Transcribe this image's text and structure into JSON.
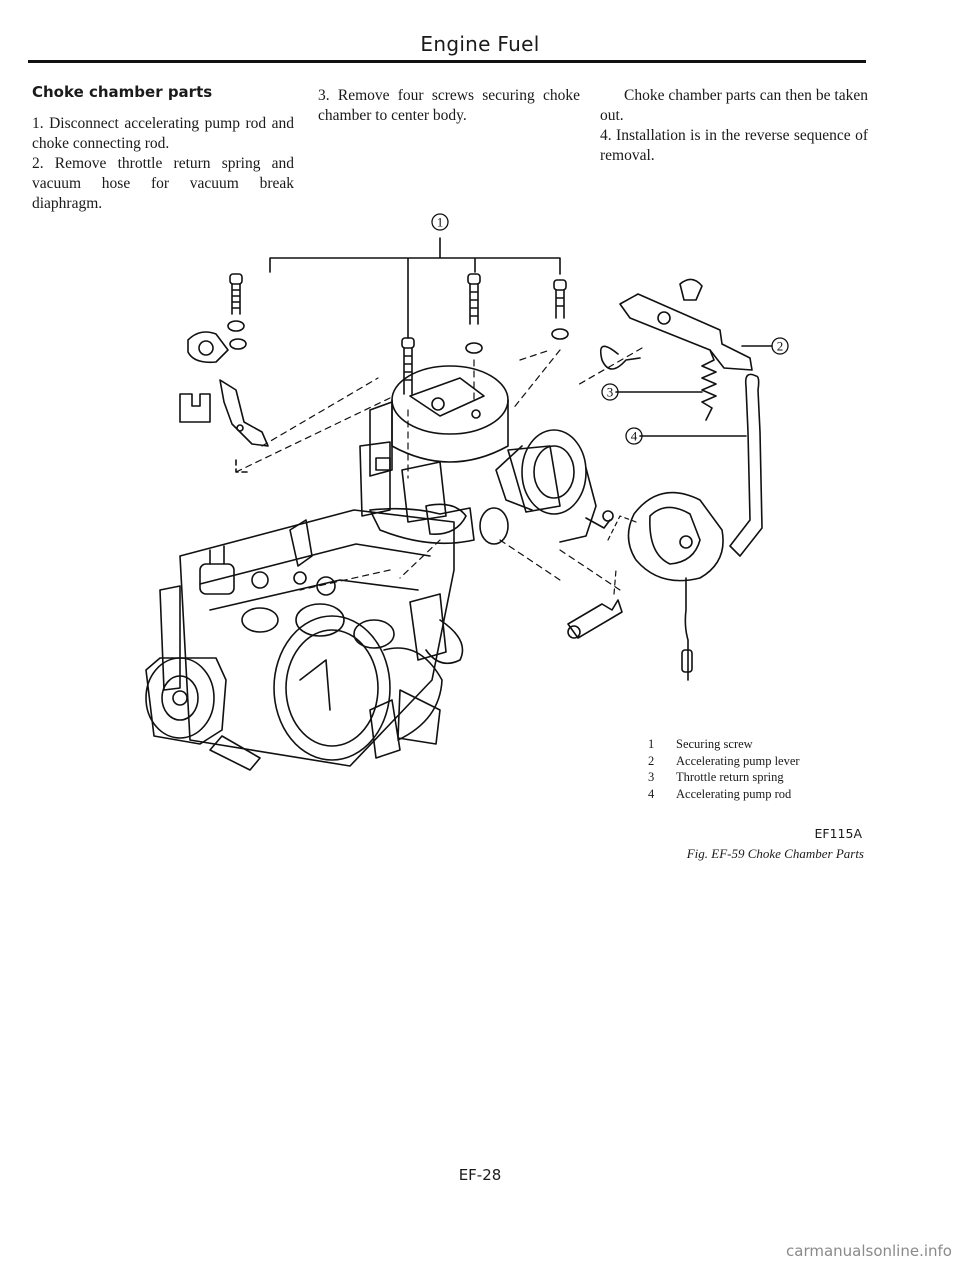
{
  "header": {
    "title": "Engine Fuel"
  },
  "section": {
    "title": "Choke chamber parts",
    "step1": "1. Disconnect accelerating pump rod and choke connecting rod.",
    "step2": "2. Remove throttle return spring and vacuum hose for vacuum break diaphragm.",
    "step3": "3. Remove four screws securing choke chamber to center body.",
    "after": "Choke chamber parts can then be taken out.",
    "step4": "4. Installation is in the reverse sequence of removal."
  },
  "figure": {
    "callouts": [
      "1",
      "2",
      "3",
      "4"
    ],
    "legend": [
      {
        "num": "1",
        "label": "Securing screw"
      },
      {
        "num": "2",
        "label": "Accelerating pump lever"
      },
      {
        "num": "3",
        "label": "Throttle return spring"
      },
      {
        "num": "4",
        "label": "Accelerating pump rod"
      }
    ],
    "code": "EF115A",
    "caption": "Fig. EF-59 Choke Chamber Parts"
  },
  "footer": {
    "page_number": "EF-28",
    "watermark": "carmanualsonline.info"
  }
}
